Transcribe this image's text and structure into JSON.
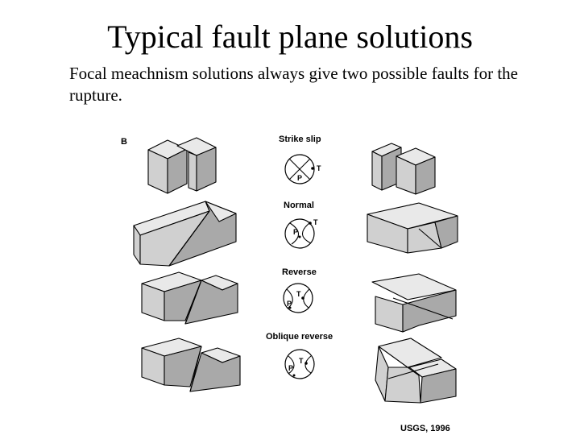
{
  "title": "Typical fault plane solutions",
  "subtitle": "Focal meachnism solutions  always give two possible faults for the rupture.",
  "diagram": {
    "panel_letter": "B",
    "rows": [
      {
        "label": "Strike slip"
      },
      {
        "label": "Normal"
      },
      {
        "label": "Reverse"
      },
      {
        "label": "Oblique reverse"
      }
    ],
    "axis_labels": {
      "t_axis": "T",
      "p_axis": "P"
    },
    "credit": "USGS, 1996"
  }
}
